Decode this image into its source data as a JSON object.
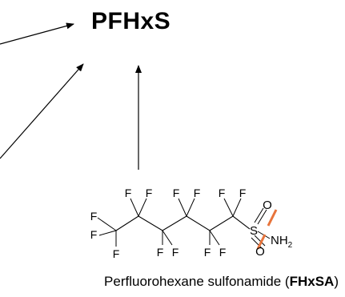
{
  "diagram": {
    "product": "PFHxS",
    "precursor": {
      "name": "Perfluorohexane sulfonamide",
      "abbreviation": "FHxSA",
      "paren_open": " (",
      "paren_close": ")"
    },
    "atoms": {
      "fluorine": "F",
      "sulfur": "S",
      "oxygen": "O",
      "amine": "NH",
      "amine_subscript": "2"
    },
    "colors": {
      "ink": "#000000",
      "cleavage_mark": "#e8743b"
    }
  }
}
